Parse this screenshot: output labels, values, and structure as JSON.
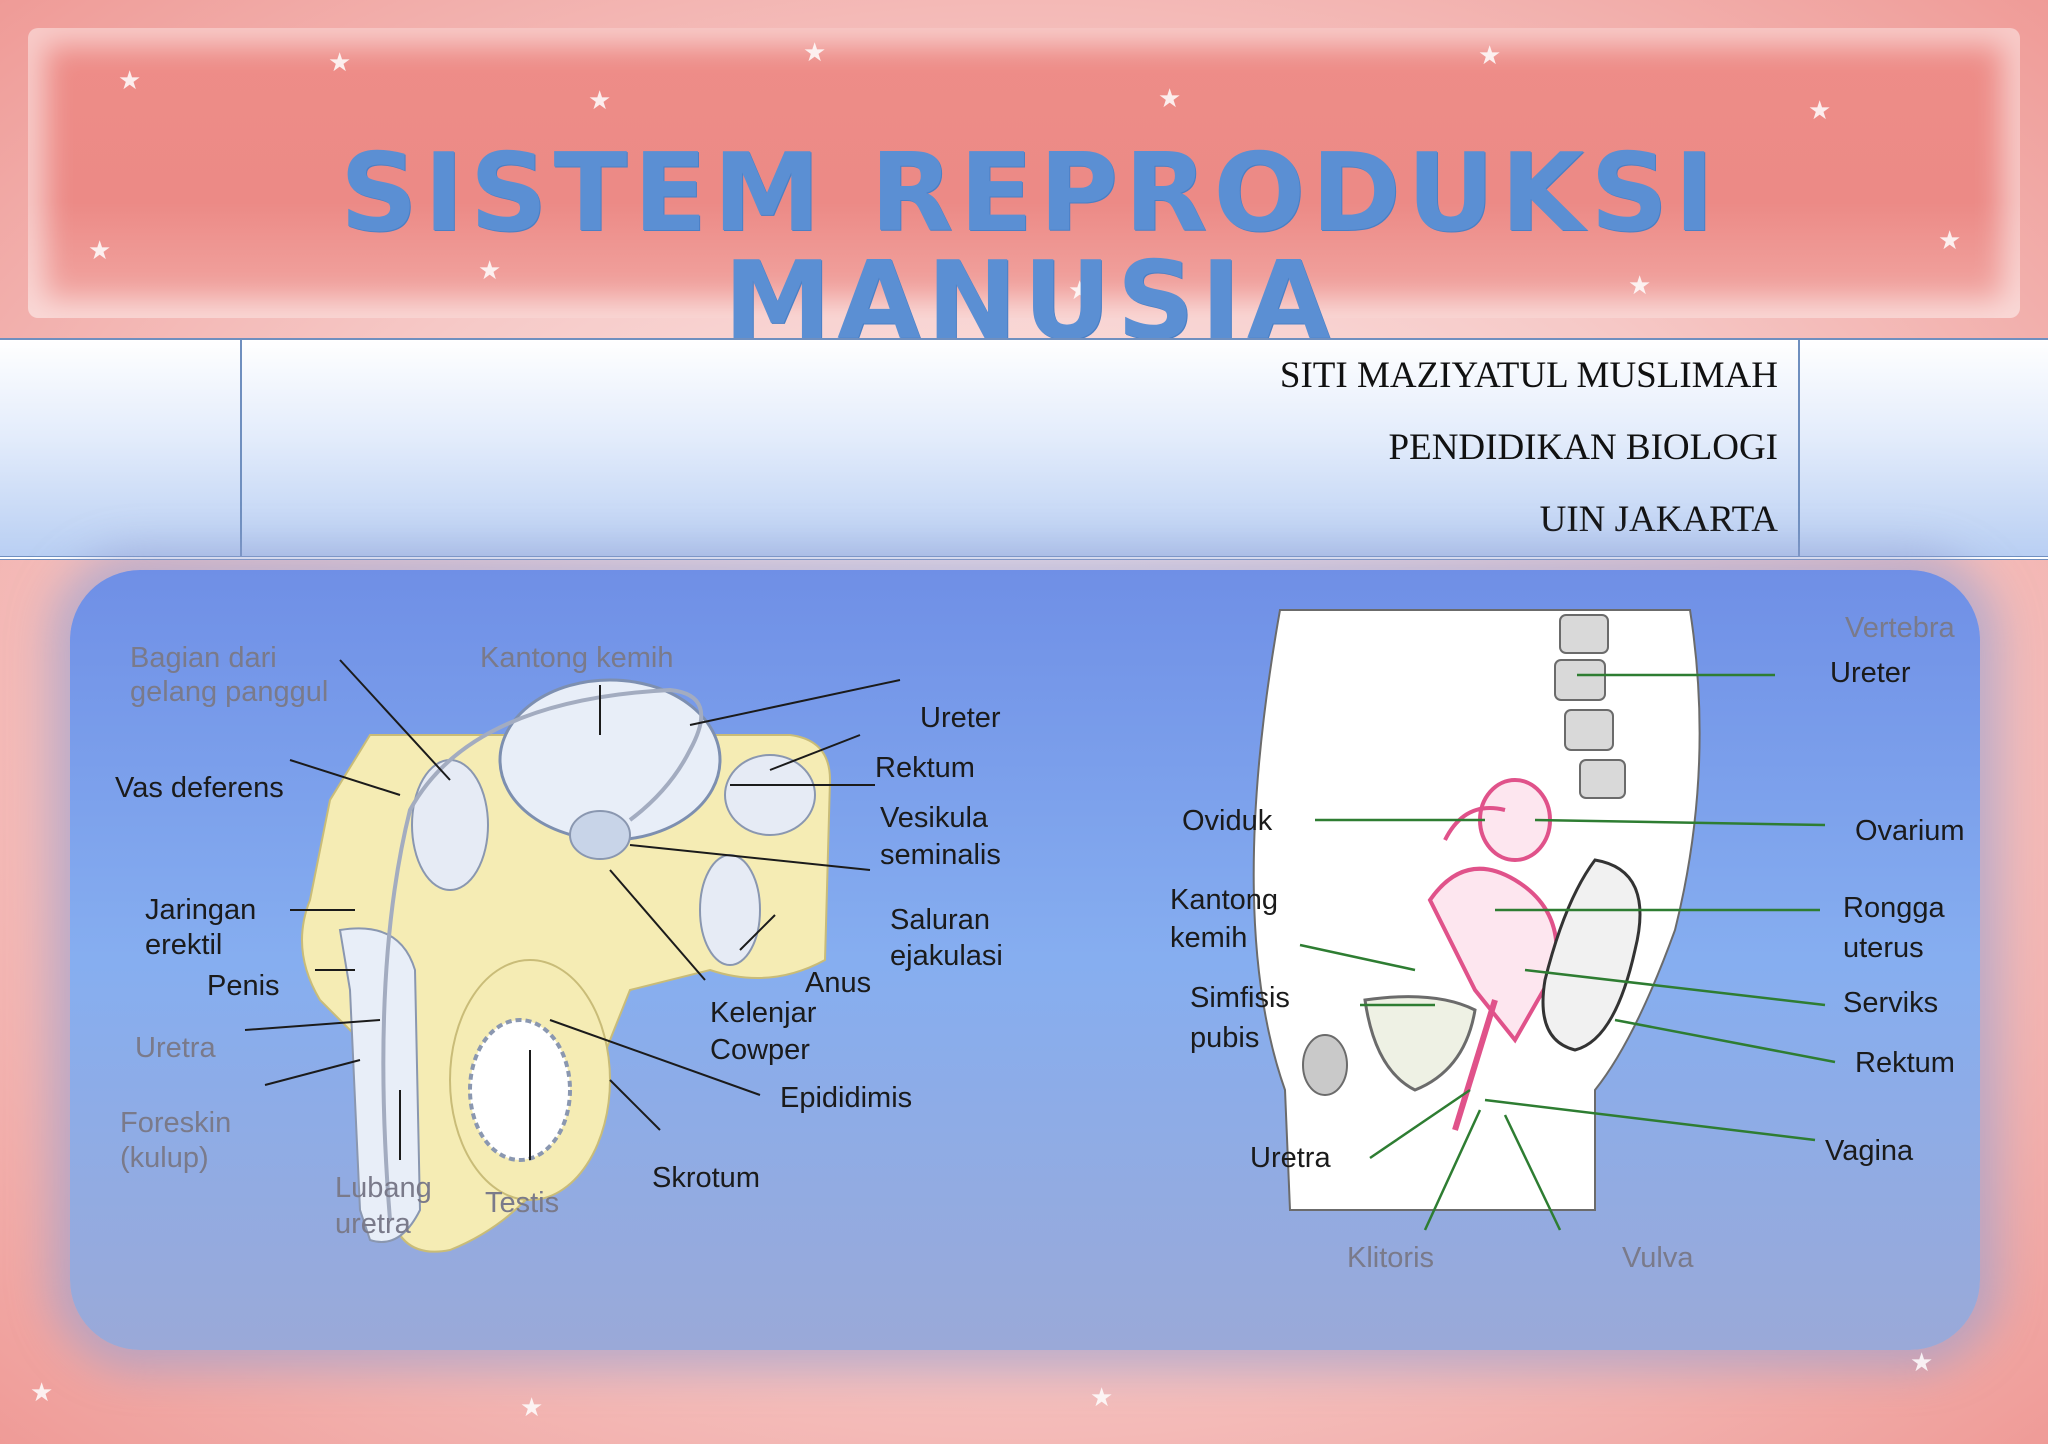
{
  "title": "SISTEM REPRODUKSI MANUSIA",
  "author": {
    "name": "SITI MAZIYATUL MUSLIMAH",
    "program": "PENDIDIKAN BIOLOGI",
    "institution": "UIN  JAKARTA"
  },
  "male_diagram": {
    "labels": {
      "pelvis_1": "Bagian dari",
      "pelvis_2": "gelang panggul",
      "bladder": "Kantong kemih",
      "ureter": "Ureter",
      "rectum": "Rektum",
      "vas": "Vas deferens",
      "seminal_1": "Vesikula",
      "seminal_2": "seminalis",
      "erectile_1": "Jaringan",
      "erectile_2": "erektil",
      "ejac_1": "Saluran",
      "ejac_2": "ejakulasi",
      "penis": "Penis",
      "anus": "Anus",
      "cowper_1": "Kelenjar",
      "cowper_2": "Cowper",
      "urethra": "Uretra",
      "epididymis": "Epididimis",
      "foreskin_1": "Foreskin",
      "foreskin_2": "(kulup)",
      "scrotum": "Skrotum",
      "opening_1": "Lubang",
      "opening_2": "uretra",
      "testis": "Testis"
    }
  },
  "female_diagram": {
    "labels": {
      "vertebra": "Vertebra",
      "ureter": "Ureter",
      "oviduct": "Oviduk",
      "ovary": "Ovarium",
      "bladder_1": "Kantong",
      "bladder_2": "kemih",
      "uterus_1": "Rongga",
      "uterus_2": "uterus",
      "symph_1": "Simfisis",
      "symph_2": "pubis",
      "cervix": "Serviks",
      "rectum": "Rektum",
      "urethra": "Uretra",
      "vagina": "Vagina",
      "clitoris": "Klitoris",
      "vulva": "Vulva"
    }
  },
  "colors": {
    "title": "#5b8fd3",
    "banner": "#ec8a86",
    "leader_line_female": "#2e7d32",
    "leader_line_male": "#1b1b1b"
  }
}
